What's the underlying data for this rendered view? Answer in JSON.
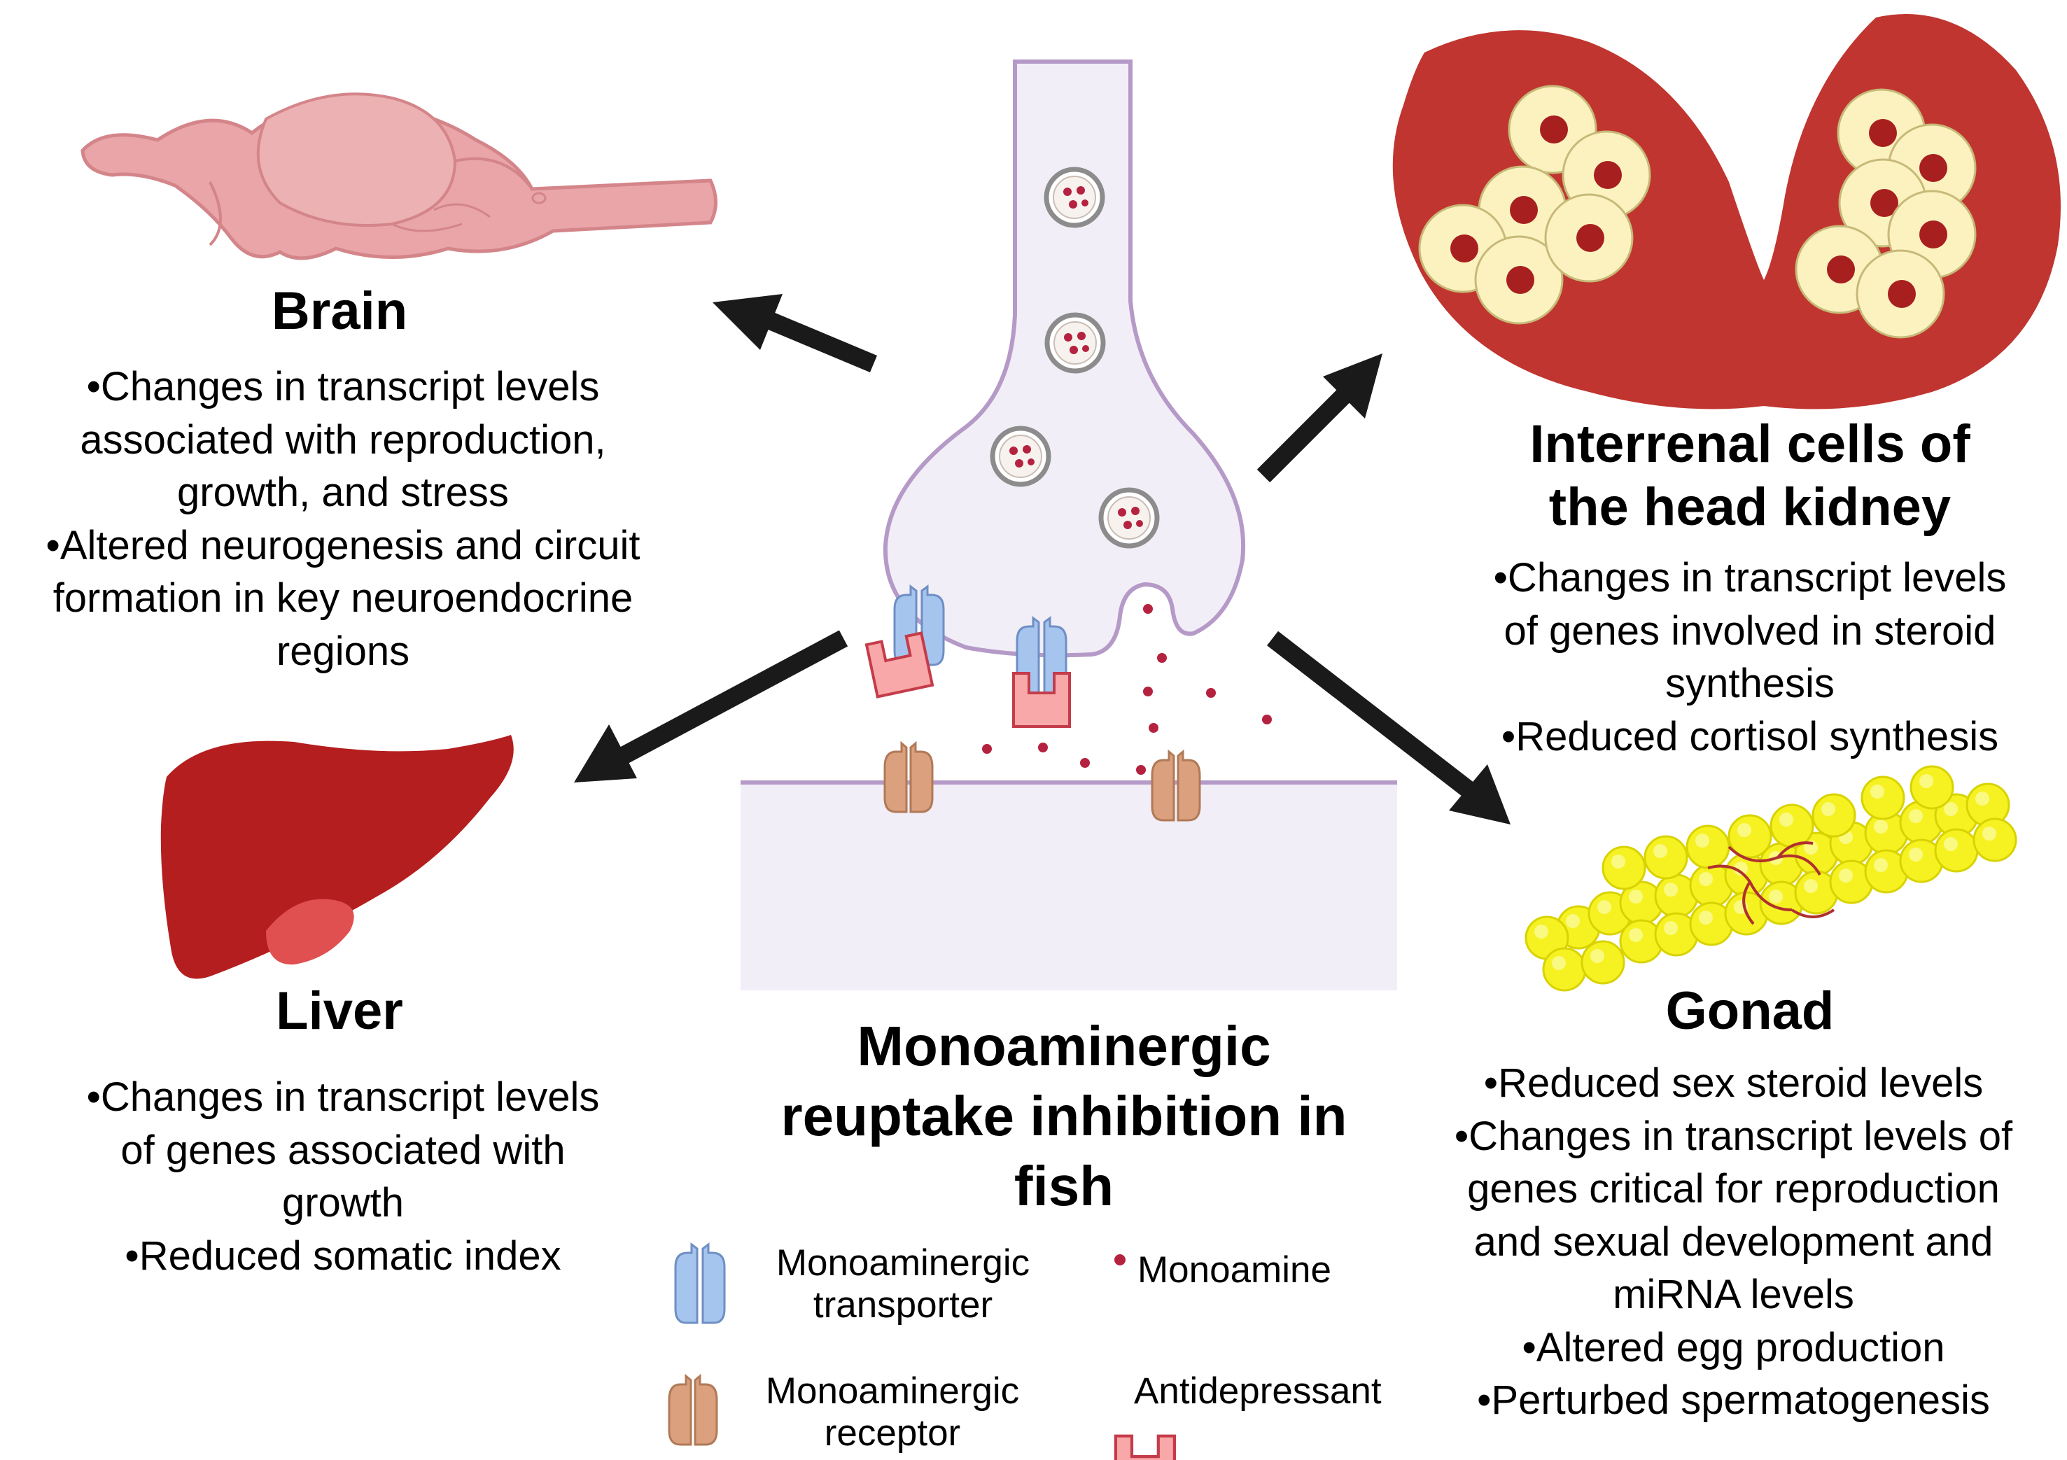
{
  "title": "Monoaminergic reuptake inhibition in fish",
  "title_lines": [
    "Monoaminergic",
    "reuptake inhibition in",
    "fish"
  ],
  "colors": {
    "neuron_fill": "#f2eef7",
    "neuron_outline": "#b59ac7",
    "monoamine": "#b5223f",
    "transporter": "#a6c5ee",
    "receptor": "#dba07d",
    "antidepressant": "#f8a8a8",
    "liver": "#b51e1e",
    "kidney": "#c0352f",
    "gonad": "#f5f019",
    "brain": "#e9a5a8",
    "arrow": "#1a1a1a"
  },
  "organs": {
    "brain": {
      "name": "Brain",
      "effects": [
        "•Changes in transcript levels",
        "associated with reproduction,",
        "growth, and stress",
        "•Altered neurogenesis and circuit",
        "formation in key neuroendocrine",
        "regions"
      ]
    },
    "kidney": {
      "name_lines": [
        "Interrenal cells of",
        "the head kidney"
      ],
      "effects": [
        "•Changes in transcript levels",
        "of genes involved in steroid",
        "synthesis",
        "•Reduced cortisol synthesis"
      ]
    },
    "liver": {
      "name": "Liver",
      "effects": [
        "•Changes in transcript levels",
        "of genes associated with",
        "growth",
        "•Reduced somatic index"
      ]
    },
    "gonad": {
      "name": "Gonad",
      "effects": [
        "•Reduced sex steroid levels",
        "•Changes in transcript levels of",
        "genes critical for reproduction",
        "and sexual development and",
        "miRNA levels",
        "•Altered egg production",
        "•Perturbed spermatogenesis"
      ]
    }
  },
  "legend": {
    "transporter": [
      "Monoaminergic",
      "transporter"
    ],
    "monoamine": "Monoamine",
    "receptor": [
      "Monoaminergic",
      "receptor"
    ],
    "antidepressant": "Antidepressant"
  }
}
